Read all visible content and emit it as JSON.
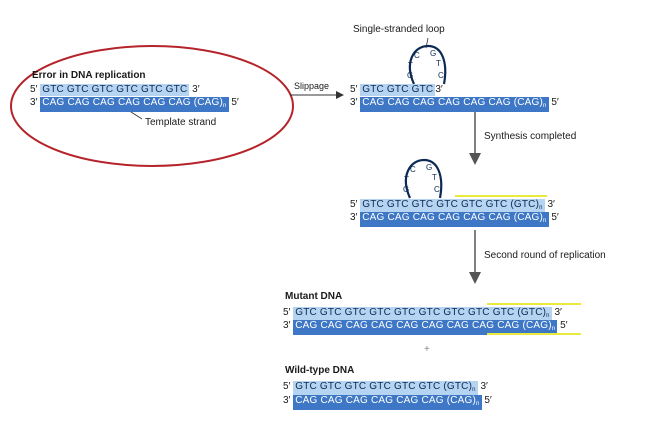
{
  "colors": {
    "template_strand": "#3d77c5",
    "new_strand": "#b5d4f2",
    "highlight": "#e9ea3d",
    "circle": "#b5242a",
    "arrow": "#555555"
  },
  "error_box": {
    "title": "Error in DNA replication",
    "top": {
      "prime_left": "5′",
      "seq": "GTC GTC GTC GTC GTC GTC",
      "prime_right": "3′"
    },
    "bottom": {
      "prime_left": "3′",
      "seq": "CAG CAG CAG CAG CAG CAG (CAG)",
      "sub": "n",
      "prime_right": "5′"
    },
    "template_label": "Template strand"
  },
  "slippage_label": "Slippage",
  "loop_label": "Single-stranded loop",
  "loop_letters": [
    "G",
    "T",
    "C",
    "G",
    "T",
    "C"
  ],
  "step1": {
    "top": {
      "prime_left": "5′",
      "seq": "GTC GTC GTC",
      "prime_right": "3′"
    },
    "bottom": {
      "prime_left": "3′",
      "seq": "CAG CAG CAG CAG CAG CAG (CAG)",
      "sub": "n",
      "prime_right": "5′"
    }
  },
  "synthesis_label": "Synthesis completed",
  "step2": {
    "top": {
      "prime_left": "5′",
      "seq": "GTC GTC GTC GTC GTC GTC (GTC)",
      "sub": "n",
      "prime_right": "3′"
    },
    "bottom": {
      "prime_left": "3′",
      "seq": "CAG CAG CAG CAG CAG CAG (CAG)",
      "sub": "n",
      "prime_right": "5′"
    }
  },
  "second_round_label": "Second round of replication",
  "mutant": {
    "title": "Mutant DNA",
    "top": {
      "prime_left": "5′",
      "seq": "GTC GTC GTC GTC GTC GTC GTC GTC GTC (GTC)",
      "sub": "n",
      "prime_right": "3′"
    },
    "bottom": {
      "prime_left": "3′",
      "seq": "CAG CAG CAG CAG CAG CAG CAG CAG CAG (CAG)",
      "sub": "n",
      "prime_right": "5′"
    }
  },
  "plus": "+",
  "wildtype": {
    "title": "Wild-type DNA",
    "top": {
      "prime_left": "5′",
      "seq": "GTC GTC GTC GTC GTC GTC (GTC)",
      "sub": "n",
      "prime_right": "3′"
    },
    "bottom": {
      "prime_left": "3′",
      "seq": "CAG CAG CAG CAG CAG CAG (CAG)",
      "sub": "n",
      "prime_right": "5′"
    }
  }
}
